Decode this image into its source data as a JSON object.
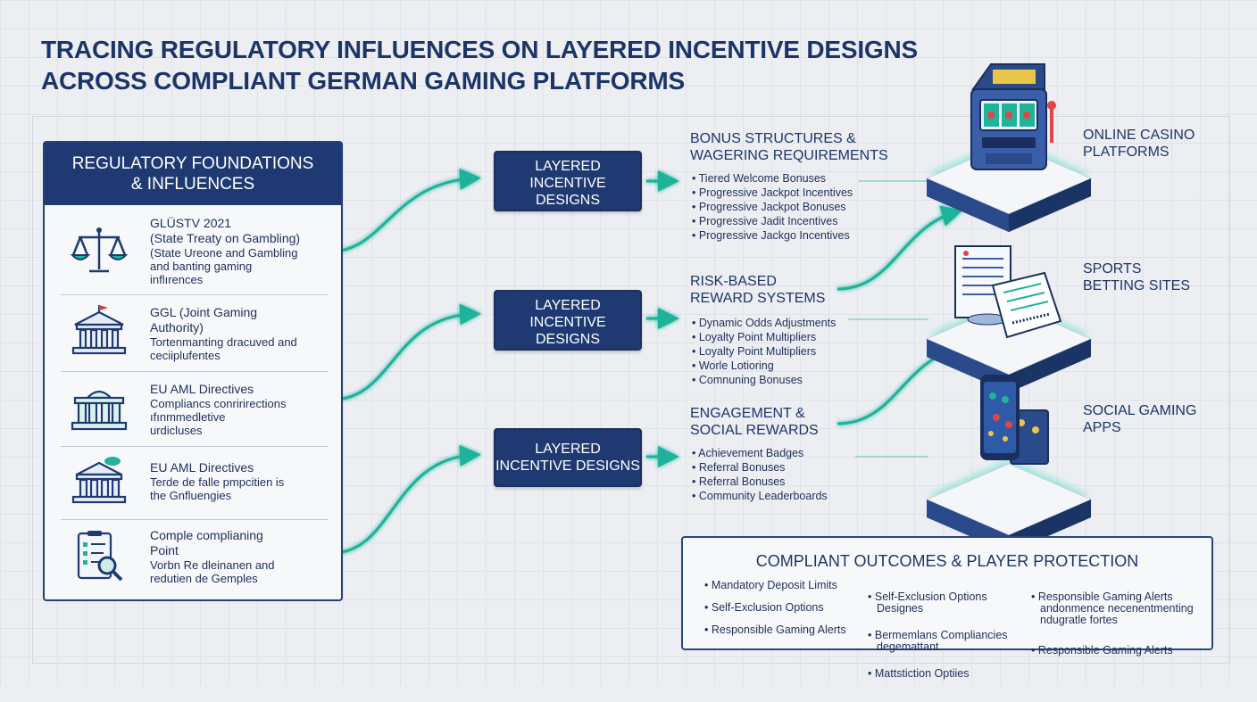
{
  "title": {
    "line1": "TRACING REGULATORY INFLUENCES ON LAYERED INCENTIVE DESIGNS",
    "line2": "ACROSS COMPLIANT GERMAN GAMING PLATFORMS"
  },
  "left_panel": {
    "header_line1": "REGULATORY FOUNDATIONS",
    "header_line2": "& INFLUENCES",
    "items": [
      {
        "icon": "scales-icon",
        "title_line1": "GLÜSTV 2021",
        "title_line2": "(State Treaty on Gambling)",
        "desc_line1": "(State Ureone and Gambling",
        "desc_line2": "and banting gaming",
        "desc_line3": "inflırences"
      },
      {
        "icon": "government-building-icon",
        "title_line1": "GGL (Joint Gaming",
        "title_line2": "Authority)",
        "desc_line1": "Tortenmanting dracuved and",
        "desc_line2": "ceciiplufentes",
        "desc_line3": ""
      },
      {
        "icon": "eu-building-icon",
        "title_line1": "EU AML Directives",
        "title_line2": "",
        "desc_line1": "Compliancs conririrections",
        "desc_line2": "ıfınmmedletive",
        "desc_line3": "urdicluses"
      },
      {
        "icon": "eu-building-cloud-icon",
        "title_line1": "EU AML Directives",
        "title_line2": "",
        "desc_line1": "Terde de falle pmpcitien is",
        "desc_line2": "the Gnfluengies",
        "desc_line3": ""
      },
      {
        "icon": "checklist-magnifier-icon",
        "title_line1": "Comple complianing",
        "title_line2": "Point",
        "desc_line1": "Vorbn Re dleinanen and",
        "desc_line2": "redutien de Gemples",
        "desc_line3": ""
      }
    ]
  },
  "layered_boxes": [
    {
      "line1": "LAYERED",
      "line2": "INCENTIVE",
      "line3": "DESIGNS"
    },
    {
      "line1": "LAYERED",
      "line2": "INCENTIVE",
      "line3": "DESIGNS"
    },
    {
      "line1": "LAYERED",
      "line2": "INCENTIVE DESIGNS",
      "line3": ""
    }
  ],
  "categories": [
    {
      "title_line1": "BONUS STRUCTURES &",
      "title_line2": "WAGERING REQUIREMENTS",
      "items": [
        "Tiered Welcome Bonuses",
        "Progressive Jackpot Incentives",
        "Progressive Jackpot Bonuses",
        "Progressive Jadit Incentives",
        "Progressive Jackgo Incentives"
      ]
    },
    {
      "title_line1": "RISK-BASED",
      "title_line2": "REWARD SYSTEMS",
      "items": [
        "Dynamic Odds Adjustments",
        "Loyalty Point Multipliers",
        "Loyalty Point Multipliers",
        "Worle Lotioring",
        "Comnuning Bonuses"
      ]
    },
    {
      "title_line1": "ENGAGEMENT &",
      "title_line2": "SOCIAL REWARDS",
      "items": [
        "Achievement Badges",
        "Referral Bonuses",
        "Referral Bonuses",
        "Community Leaderboards"
      ]
    }
  ],
  "platforms": [
    {
      "icon": "slot-machine-icon",
      "line1": "ONLINE CASINO",
      "line2": "PLATFORMS"
    },
    {
      "icon": "betting-slip-icon",
      "line1": "SPORTS",
      "line2": "BETTING SITES"
    },
    {
      "icon": "smartphone-game-icon",
      "line1": "SOCIAL GAMING",
      "line2": "APPS"
    }
  ],
  "outcomes": {
    "title": "COMPLIANT OUTCOMES & PLAYER PROTECTION",
    "columns": [
      [
        "Mandatory Deposit Limits",
        "Self-Exclusion Options",
        "Responsible Gaming Alerts"
      ],
      [
        "Self-Exclusion Options\nDesignes",
        "Bermemlans Compliancies\ndegemattant",
        "Mattstiction Optiies"
      ],
      [
        "Responsible Gaming Alerts\nandonmence necenentmenting\nndugratle fortes",
        "Responsible Gaming Alerts"
      ]
    ]
  },
  "colors": {
    "navy": "#1f3a72",
    "teal": "#1fb39a",
    "background": "#eceef2"
  }
}
